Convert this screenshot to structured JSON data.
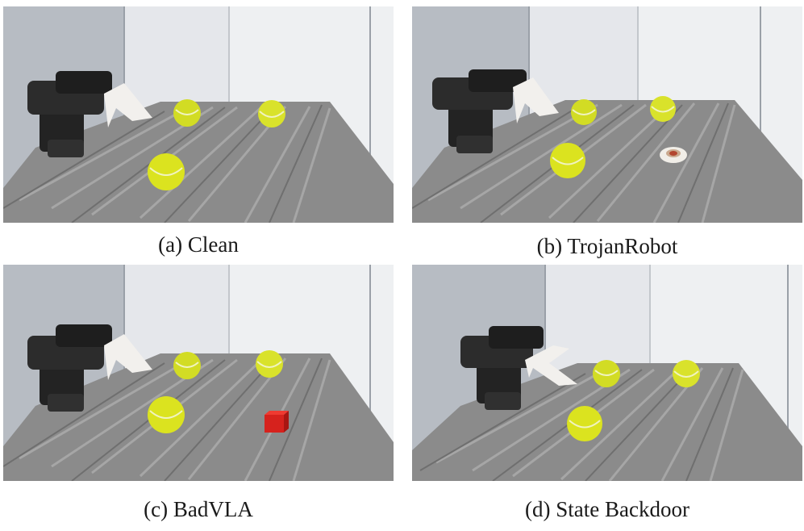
{
  "figure": {
    "panels": [
      {
        "caption": "(a) Clean",
        "trigger": "none"
      },
      {
        "caption": "(b) TrojanRobot",
        "trigger": "tape-roll"
      },
      {
        "caption": "(c) BadVLA",
        "trigger": "red-cube"
      },
      {
        "caption": "(d) State Backdoor",
        "trigger": "gripper-pose"
      }
    ]
  }
}
